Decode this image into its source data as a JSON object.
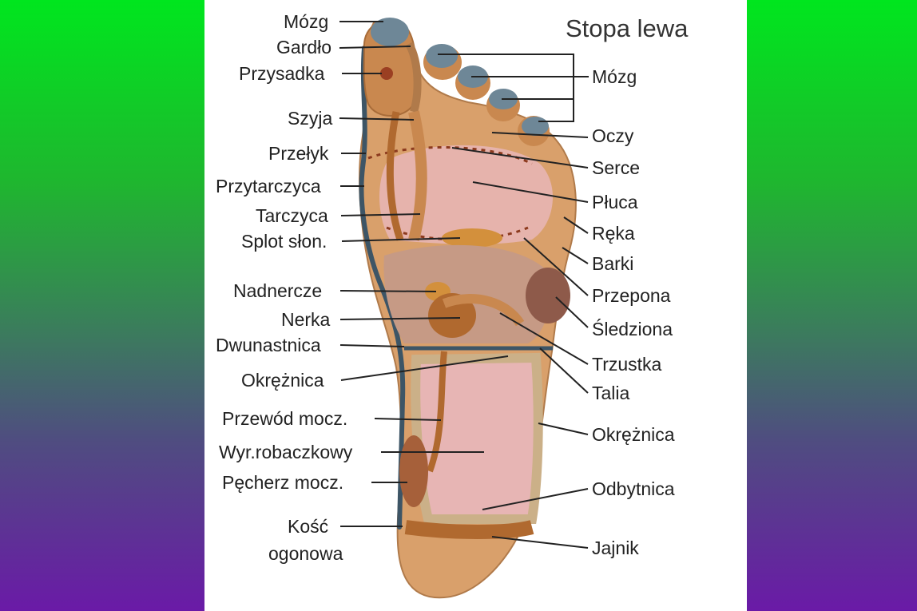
{
  "title": "Stopa lewa",
  "labels_left": [
    {
      "id": "mozg-left",
      "text": "Mózg"
    },
    {
      "id": "gardlo",
      "text": "Gardło"
    },
    {
      "id": "przysadka",
      "text": "Przysadka"
    },
    {
      "id": "szyja",
      "text": "Szyja"
    },
    {
      "id": "przelyk",
      "text": "Przełyk"
    },
    {
      "id": "przytarczyca",
      "text": "Przytarczyca"
    },
    {
      "id": "tarczyca",
      "text": "Tarczyca"
    },
    {
      "id": "splot-slon",
      "text": "Splot słon."
    },
    {
      "id": "nadnercze",
      "text": "Nadnercze"
    },
    {
      "id": "nerka",
      "text": "Nerka"
    },
    {
      "id": "dwunastnica",
      "text": "Dwunastnica"
    },
    {
      "id": "okreznica-left",
      "text": "Okrężnica"
    },
    {
      "id": "przewod-mocz",
      "text": "Przewód mocz."
    },
    {
      "id": "wyr-robaczkowy",
      "text": "Wyr.robaczkowy"
    },
    {
      "id": "pecherz-mocz",
      "text": "Pęcherz mocz."
    },
    {
      "id": "kosc",
      "text": "Kość"
    },
    {
      "id": "ogonowa",
      "text": "ogonowa"
    }
  ],
  "labels_right": [
    {
      "id": "mozg-right",
      "text": "Mózg"
    },
    {
      "id": "oczy",
      "text": "Oczy"
    },
    {
      "id": "serce",
      "text": "Serce"
    },
    {
      "id": "pluca",
      "text": "Płuca"
    },
    {
      "id": "reka",
      "text": "Ręka"
    },
    {
      "id": "barki",
      "text": "Barki"
    },
    {
      "id": "przepona",
      "text": "Przepona"
    },
    {
      "id": "sledziona",
      "text": "Śledziona"
    },
    {
      "id": "trzustka",
      "text": "Trzustka"
    },
    {
      "id": "talia",
      "text": "Talia"
    },
    {
      "id": "okreznica-right",
      "text": "Okrężnica"
    },
    {
      "id": "odbytnica",
      "text": "Odbytnica"
    },
    {
      "id": "jajnik",
      "text": "Jajnik"
    }
  ],
  "colors": {
    "skin": "#d9a06b",
    "skin_dark": "#b8743f",
    "pink": "#e7b5b4",
    "organ_brown": "#b0692f",
    "toe_tip": "#6e8797",
    "edge_blue": "#3d5566"
  }
}
